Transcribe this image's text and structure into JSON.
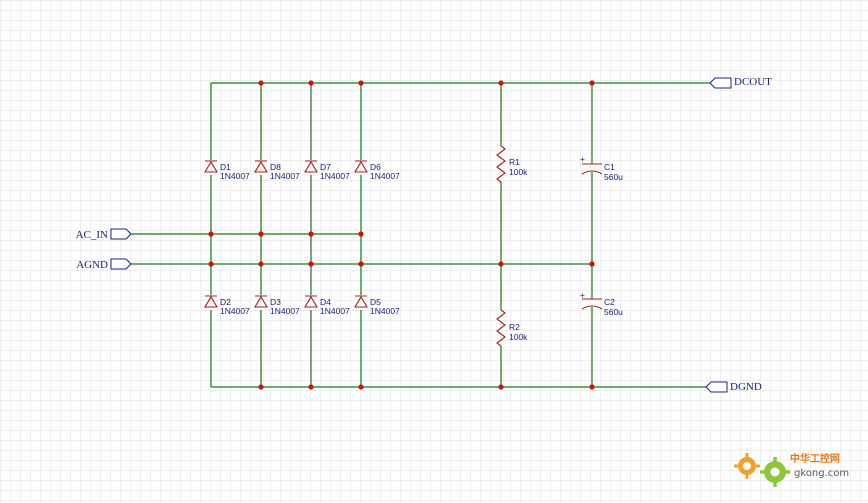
{
  "ports": [
    {
      "id": "ac_in",
      "label": "AC_IN"
    },
    {
      "id": "agnd",
      "label": "AGND"
    },
    {
      "id": "dcout",
      "label": "DCOUT"
    },
    {
      "id": "dgnd",
      "label": "DGND"
    }
  ],
  "diodes": [
    {
      "ref": "D1",
      "value": "1N4007"
    },
    {
      "ref": "D8",
      "value": "1N4007"
    },
    {
      "ref": "D7",
      "value": "1N4007"
    },
    {
      "ref": "D6",
      "value": "1N4007"
    },
    {
      "ref": "D2",
      "value": "1N4007"
    },
    {
      "ref": "D3",
      "value": "1N4007"
    },
    {
      "ref": "D4",
      "value": "1N4007"
    },
    {
      "ref": "D5",
      "value": "1N4007"
    }
  ],
  "resistors": [
    {
      "ref": "R1",
      "value": "100k"
    },
    {
      "ref": "R2",
      "value": "100k"
    }
  ],
  "capacitors": [
    {
      "ref": "C1",
      "value": "560u",
      "polarity": "+"
    },
    {
      "ref": "C2",
      "value": "560u",
      "polarity": "+"
    }
  ],
  "watermark": {
    "line1": "中华工控网",
    "line2": "gkong.com"
  },
  "colors": {
    "wire": "#1a7a1a",
    "component": "#a02020",
    "junction": "#cc1111",
    "label": "#1a237e"
  }
}
